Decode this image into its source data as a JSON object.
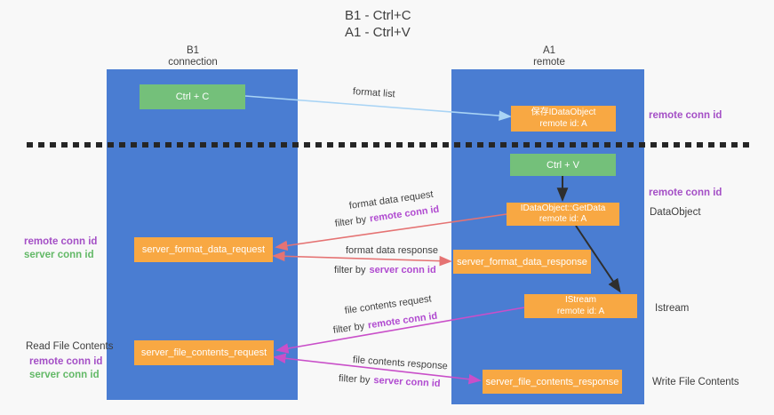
{
  "title": {
    "line1": "B1 - Ctrl+C",
    "line2": "A1 - Ctrl+V"
  },
  "lanes": {
    "left": {
      "name": "B1",
      "subtitle": "connection"
    },
    "right": {
      "name": "A1",
      "subtitle": "remote"
    }
  },
  "boxes": {
    "ctrl_c": "Ctrl + C",
    "ctrl_v": "Ctrl + V",
    "save_idataobject_line1": "保存IDataObject",
    "save_idataobject_line2": "remote id: A",
    "getdata_line1": "IDataObject::GetData",
    "getdata_line2": "remote id: A",
    "istream_line1": "IStream",
    "istream_line2": "remote id: A",
    "server_format_data_request": "server_format_data_request",
    "server_format_data_response": "server_format_data_response",
    "server_file_contents_request": "server_file_contents_request",
    "server_file_contents_response": "server_file_contents_response"
  },
  "arrow_labels": {
    "format_list": "format list",
    "format_data_request": "format data request",
    "format_data_response": "format data response",
    "file_contents_request": "file contents request",
    "file_contents_response": "file contents response",
    "filter_by": "filter by"
  },
  "side_labels": {
    "remote_conn_id": "remote conn id",
    "server_conn_id": "server conn id",
    "dataobject": "DataObject",
    "istream": "Istream",
    "read_file_contents": "Read File Contents",
    "write_file_contents": "Write File Contents"
  },
  "colors": {
    "lane_blue": "#4a7dd2",
    "box_green": "#74c07a",
    "box_orange": "#f8a843",
    "arrow_light_blue": "#a9d4f5",
    "arrow_red": "#e57373",
    "arrow_magenta": "#c94fc9",
    "arrow_black": "#2e2e2e",
    "text_purple": "#a44fc6",
    "text_green": "#63b967",
    "divider_black": "#262626"
  }
}
